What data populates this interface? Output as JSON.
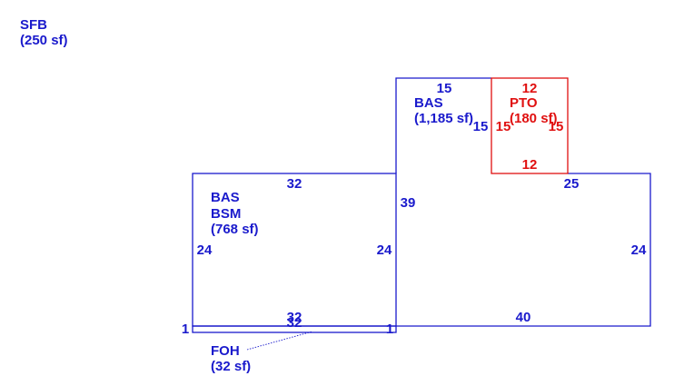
{
  "colors": {
    "structure": "#1a1acc",
    "patio": "#e01010",
    "leader": "#1a1acc"
  },
  "sfb": {
    "code": "SFB",
    "area": "(250 sf)"
  },
  "bsm_area": {
    "line1": "BAS",
    "line2": "BSM",
    "line3": "(768 sf)"
  },
  "bas_upper": {
    "line1": "BAS",
    "line2": "(1,185 sf)"
  },
  "pto": {
    "line1": "PTO",
    "line2": "(180 sf)"
  },
  "foh": {
    "line1": "FOH",
    "line2": "(32 sf)"
  },
  "dims": {
    "left_top": "32",
    "left_left": "24",
    "left_right": "24",
    "left_bottom": "32",
    "foh_bottom": "32",
    "foh_left": "1",
    "foh_right": "1",
    "upper_top": "15",
    "upper_left": "39",
    "upper_right": "15",
    "right_top": "25",
    "right_right": "24",
    "right_bottom": "40",
    "pto_top": "12",
    "pto_bottom": "12",
    "pto_left": "15",
    "pto_right": "15"
  }
}
